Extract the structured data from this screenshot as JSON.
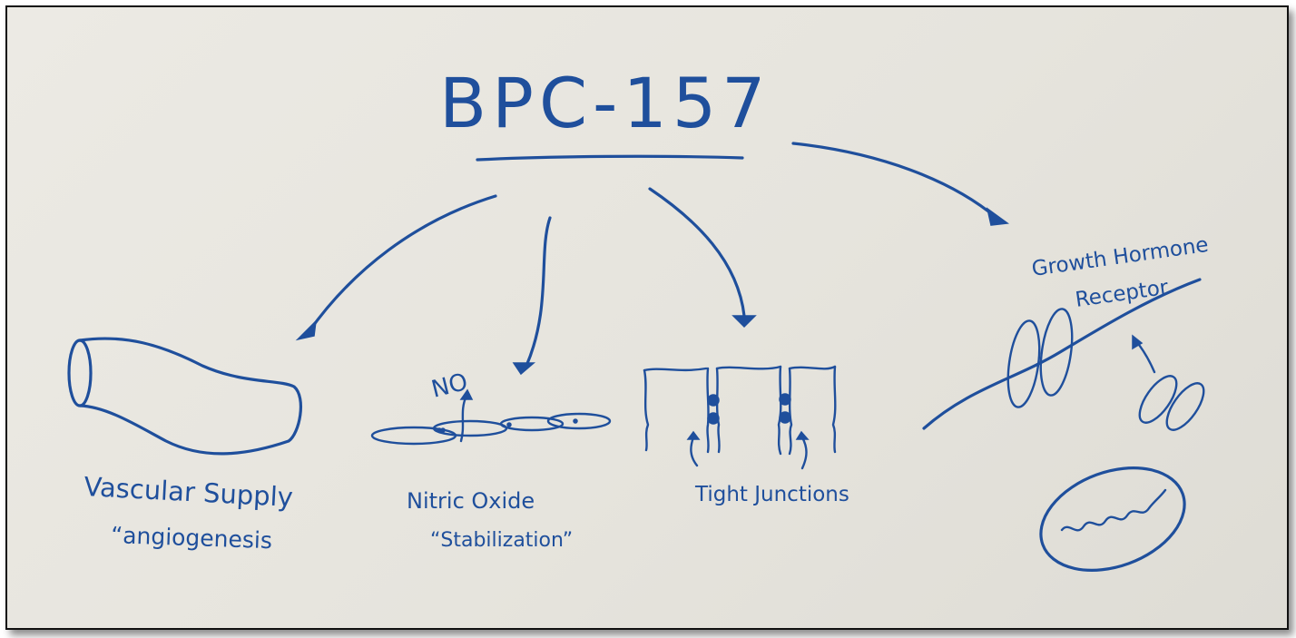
{
  "diagram": {
    "title": "BPC-157",
    "branches": [
      {
        "label": "Vascular Supply",
        "sublabel": "“angiogenesis"
      },
      {
        "label": "Nitric Oxide",
        "sublabel": "“Stabilization”",
        "symbol": "NO"
      },
      {
        "label": "Tight Junctions"
      },
      {
        "label": "Growth Hormone",
        "sublabel": "Receptor"
      }
    ],
    "ink_color": "#1f4f9c"
  }
}
